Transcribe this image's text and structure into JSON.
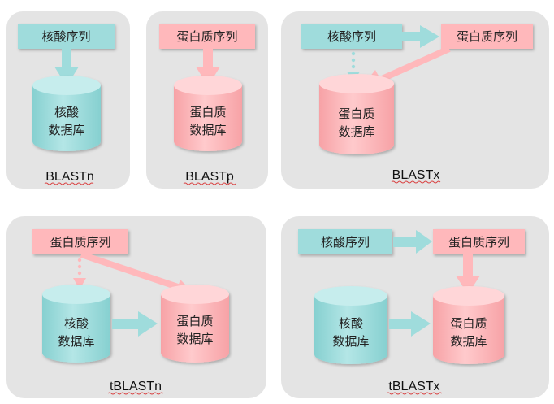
{
  "colors": {
    "nucleotide_fill": "#9fdcdc",
    "nucleotide_top": "#c6eded",
    "protein_fill": "#ffb8bb",
    "protein_top": "#ffd6d8",
    "arrow_cyan": "#9fdcdc",
    "arrow_pink": "#ffb8bb",
    "panel_bg": "#e4e4e4"
  },
  "blastn": {
    "query": "核酸序列",
    "db_line1": "核酸",
    "db_line2": "数据库",
    "label": "BLASTn"
  },
  "blastp": {
    "query": "蛋白质序列",
    "db_line1": "蛋白质",
    "db_line2": "数据库",
    "label": "BLASTp"
  },
  "blastx": {
    "query": "核酸序列",
    "translated": "蛋白质序列",
    "db_line1": "蛋白质",
    "db_line2": "数据库",
    "label": "BLASTx"
  },
  "tblastn": {
    "query": "蛋白质序列",
    "db1_line1": "核酸",
    "db1_line2": "数据库",
    "db2_line1": "蛋白质",
    "db2_line2": "数据库",
    "label": "tBLASTn"
  },
  "tblastx": {
    "query": "核酸序列",
    "translated": "蛋白质序列",
    "db1_line1": "核酸",
    "db1_line2": "数据库",
    "db2_line1": "蛋白质",
    "db2_line2": "数据库",
    "label": "tBLASTx"
  }
}
